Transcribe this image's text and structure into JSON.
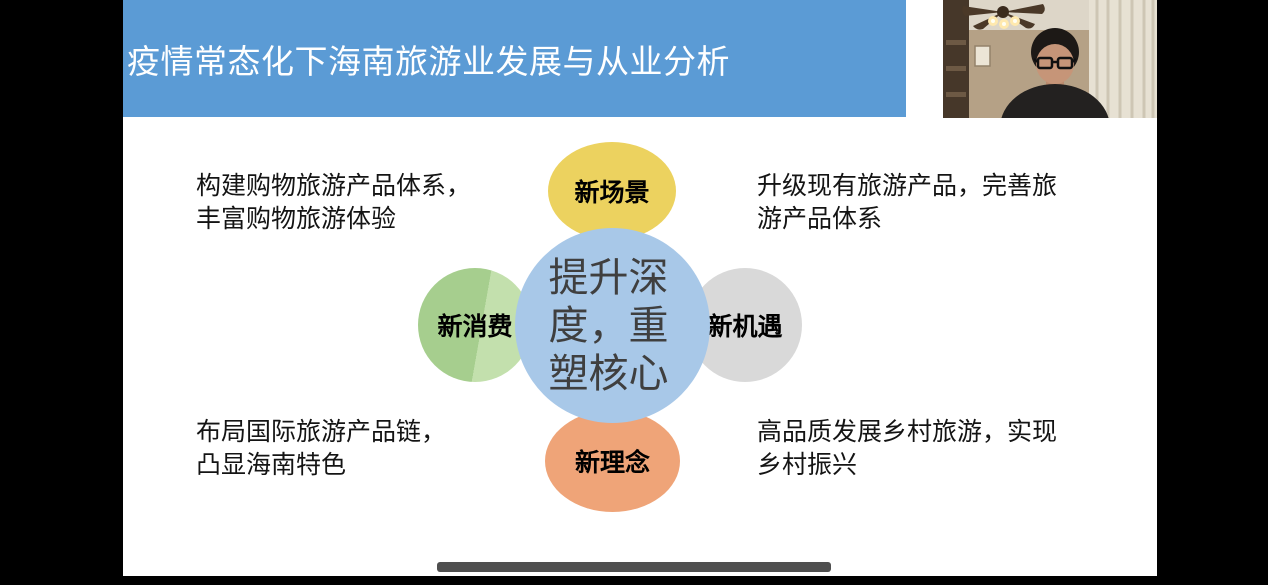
{
  "slide": {
    "title": "疫情常态化下海南旅游业发展与从业分析",
    "diagram": {
      "center_text": "提升深度，重塑核心",
      "nodes": {
        "top": {
          "label": "新场景"
        },
        "left": {
          "label": "新消费"
        },
        "right": {
          "label": "新机遇"
        },
        "bottom": {
          "label": "新理念"
        }
      },
      "annotations": {
        "top_left": "构建购物旅游产品体系，\n丰富购物旅游体验",
        "top_right": "升级现有旅游产品，完善旅\n游产品体系",
        "bottom_left": "布局国际旅游产品链，\n凸显海南特色",
        "bottom_right": "高品质发展乡村旅游，实现\n乡村振兴"
      }
    },
    "colors": {
      "header_bg": "#5b9bd5",
      "title_text": "#ffffff",
      "center_circle": "#a8c8e8",
      "node_top": "#ecd25f",
      "node_left": "#a6ce8e",
      "node_right": "#d9d9d9",
      "node_bottom": "#efa478",
      "footer_bar": "#4f4f4f"
    }
  }
}
